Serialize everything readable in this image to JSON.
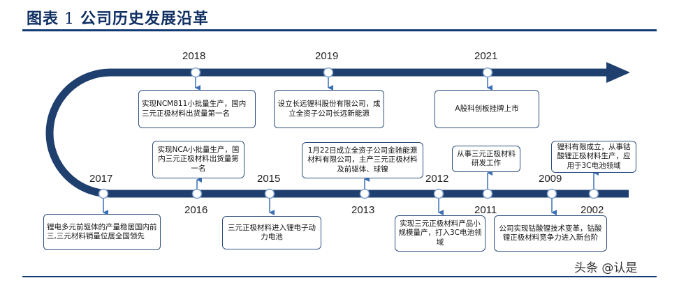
{
  "title": {
    "prefix": "图表",
    "number": "1",
    "text": "公司历史发展沿革"
  },
  "milestones": {
    "y2018": {
      "year": "2018",
      "text": "实现NCM811小批量生产，国内三元正极材料出货量第一名"
    },
    "y2019": {
      "year": "2019",
      "text": "设立长远锂科股份有限公司，成立全资子公司长远新能源"
    },
    "y2021": {
      "year": "2021",
      "text": "A股科创板挂牌上市"
    },
    "y2016": {
      "year": "2016",
      "text": "实现NCA小批量生产，国内三元正极材料出货量第一名"
    },
    "y2013": {
      "year": "2013",
      "text": "1月22日成立全资子公司金驰能源材料有限公司，主产三元正极材料及前驱体、球镍"
    },
    "y2011": {
      "year": "2011",
      "text": "从事三元正极材料研发工作"
    },
    "y2002": {
      "year": "2002",
      "text": "锂科有限成立，从事钴酸锂正极材料生产，应用于3C电池领域"
    },
    "y2017": {
      "year": "2017",
      "text": "锂电多元前驱体的产量稳居国内前三,三元材料销量位居全国领先"
    },
    "y2015": {
      "year": "2015",
      "text": "三元正极材料进入锂电子动力电池"
    },
    "y2012": {
      "year": "2012",
      "text": "实现三元正极材料产品小规模量产，打入3C电池领域"
    },
    "y2009": {
      "year": "2009",
      "text": "公司实现钴酸锂技术变革，钴酸锂正极材料竞争力进入新台阶"
    }
  },
  "watermark": "头条 @认是",
  "colors": {
    "track": "#1f3f6e",
    "title": "#0f2f63",
    "node_fill": "#ffffff",
    "node_stroke": "#7a9ccd",
    "connector": "#3a6fb5"
  }
}
